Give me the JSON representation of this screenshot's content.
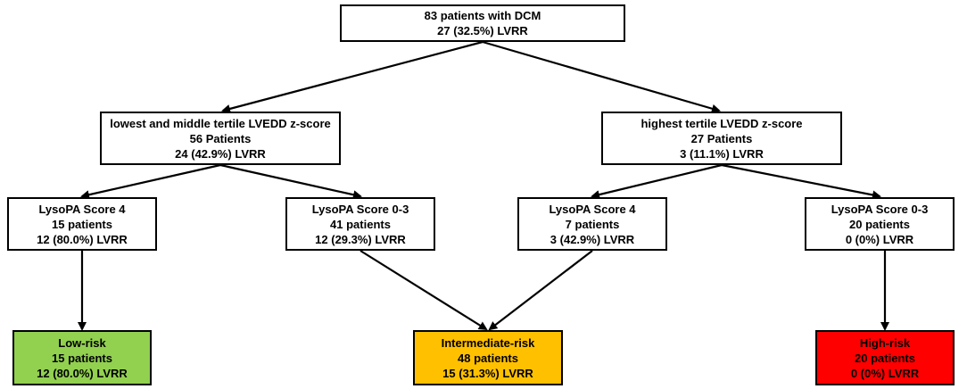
{
  "nodes": {
    "root": {
      "line1": "83 patients with DCM",
      "line2": "27 (32.5%) LVRR"
    },
    "low_mid": {
      "line1": "lowest and middle tertile LVEDD z-score",
      "line2": "56 Patients",
      "line3": "24 (42.9%) LVRR"
    },
    "high": {
      "line1": "highest tertile LVEDD z-score",
      "line2": "27 Patients",
      "line3": "3 (11.1%) LVRR"
    },
    "a": {
      "line1": "LysoPA Score 4",
      "line2": "15 patients",
      "line3": "12 (80.0%) LVRR"
    },
    "b": {
      "line1": "LysoPA Score 0-3",
      "line2": "41 patients",
      "line3": "12 (29.3%) LVRR"
    },
    "c": {
      "line1": "LysoPA Score 4",
      "line2": "7 patients",
      "line3": "3 (42.9%) LVRR"
    },
    "d": {
      "line1": "LysoPA Score 0-3",
      "line2": "20 patients",
      "line3": "0 (0%) LVRR"
    }
  },
  "risk_groups": {
    "low": {
      "line1": "Low-risk",
      "line2": "15 patients",
      "line3": "12 (80.0%) LVRR",
      "color": "#92d050"
    },
    "intermediate": {
      "line1": "Intermediate-risk",
      "line2": "48 patients",
      "line3": "15 (31.3%) LVRR",
      "color": "#ffc000"
    },
    "high": {
      "line1": "High-risk",
      "line2": "20 patients",
      "line3": "0 (0%) LVRR",
      "color": "#ff0000"
    }
  }
}
